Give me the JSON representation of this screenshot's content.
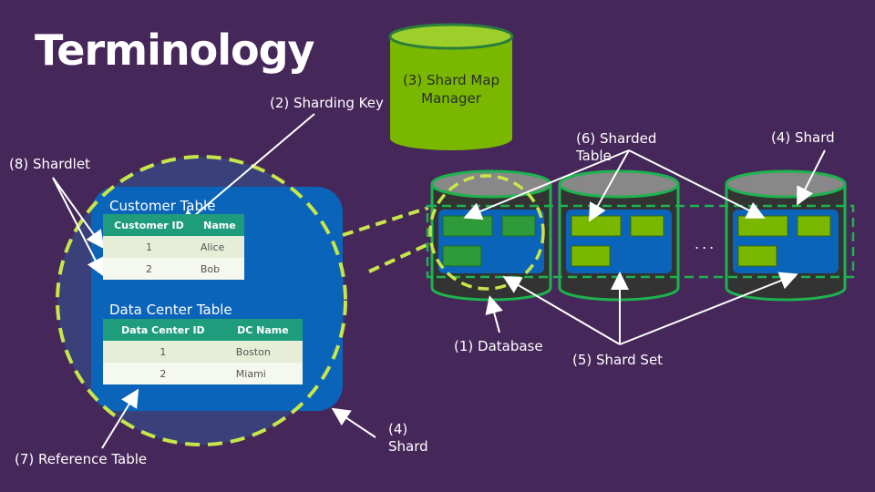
{
  "title": "Terminology",
  "shard_map_manager": "(3) Shard Map Manager",
  "labels": {
    "sharding_key": "(2) Sharding Key",
    "shardlet": "(8) Shardlet",
    "sharded_table": "(6) Sharded Table",
    "shard_top": "(4) Shard",
    "shard_bottom": "(4) Shard",
    "database": "(1) Database",
    "shard_set": "(5) Shard Set",
    "reference_table": "(7) Reference Table"
  },
  "customer_table": {
    "title": "Customer Table",
    "headers": [
      "Customer ID",
      "Name"
    ],
    "rows": [
      [
        "1",
        "Alice"
      ],
      [
        "2",
        "Bob"
      ]
    ]
  },
  "datacenter_table": {
    "title": "Data Center Table",
    "headers": [
      "Data Center ID",
      "DC Name"
    ],
    "rows": [
      [
        "1",
        "Boston"
      ],
      [
        "2",
        "Miami"
      ]
    ]
  },
  "ellipsis": "...",
  "colors": {
    "background": "#46275a",
    "shard_blue": "#0a64b9",
    "green_accent": "#7ab800",
    "dashed_lime": "#c6e64a",
    "table_header": "#1f9c7c"
  }
}
